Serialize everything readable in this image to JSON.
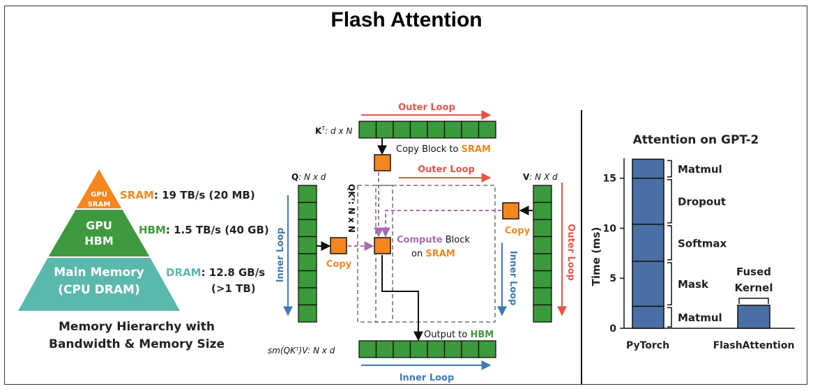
{
  "title": "Flash Attention",
  "colors": {
    "sram": "#f5871f",
    "hbm": "#3e9a3e",
    "dram": "#5ab8ad",
    "green_block": "#3b9a3b",
    "orange_block": "#f5871f",
    "outer_loop": "#e8534a",
    "inner_loop": "#3f79b5",
    "purple": "#a86bb0",
    "bar": "#4a6fa5"
  },
  "pyramid": {
    "tiers": [
      {
        "line1": "GPU",
        "line2": "SRAM"
      },
      {
        "line1": "GPU",
        "line2": "HBM"
      },
      {
        "line1": "Main Memory",
        "line2": "(CPU DRAM)"
      }
    ],
    "labels": [
      {
        "name": "SRAM",
        "rest": ": 19 TB/s (20 MB)",
        "rest2": ""
      },
      {
        "name": "HBM",
        "rest": ": 1.5 TB/s (40 GB)",
        "rest2": ""
      },
      {
        "name": "DRAM",
        "rest": ": 12.8 GB/s",
        "rest2": "(>1 TB)"
      }
    ],
    "caption_line1": "Memory Hierarchy with",
    "caption_line2": "Bandwidth & Memory Size"
  },
  "diagram": {
    "kt_label_main": "K",
    "kt_label_sup": "T",
    "kt_label_dims": ": d x N",
    "q_label_main": "Q",
    "q_label_dims": ": N x d",
    "v_label_main": "V",
    "v_label_dims": ": N X d",
    "qkt_label": "QKᵀ: N x N",
    "out_label_main": "sm(QKᵀ)V",
    "out_label_dims": ": N x d",
    "outer_loop_top": "Outer Loop",
    "outer_loop_mid": "Outer Loop",
    "outer_loop_right": "Outer Loop",
    "inner_loop_left": "Inner Loop",
    "inner_loop_mid": "Inner Loop",
    "inner_loop_bottom": "Inner Loop",
    "copy_block_text": "Copy Block to ",
    "copy_block_sram": "SRAM",
    "copy_left": "Copy",
    "copy_right": "Copy",
    "compute_word": "Compute",
    "compute_rest": " Block",
    "compute_on": "on ",
    "compute_sram": "SRAM",
    "output_text": "Output to ",
    "output_hbm": "HBM"
  },
  "chart_data": {
    "type": "bar",
    "title": "Attention on GPT-2",
    "ylabel": "Time (ms)",
    "ylim": [
      0,
      17
    ],
    "yticks": [
      0,
      5,
      10,
      15
    ],
    "categories": [
      "PyTorch",
      "FlashAttention"
    ],
    "stacks": [
      {
        "category": "PyTorch",
        "segments": [
          {
            "name": "Matmul",
            "value": 2.2
          },
          {
            "name": "Mask",
            "value": 4.5
          },
          {
            "name": "Softmax",
            "value": 3.7
          },
          {
            "name": "Dropout",
            "value": 4.6
          },
          {
            "name": "Matmul",
            "value": 1.9
          }
        ]
      },
      {
        "category": "FlashAttention",
        "segments": [
          {
            "name": "Fused Kernel",
            "value": 2.3
          }
        ]
      }
    ],
    "annotation_fused_line1": "Fused",
    "annotation_fused_line2": "Kernel"
  }
}
